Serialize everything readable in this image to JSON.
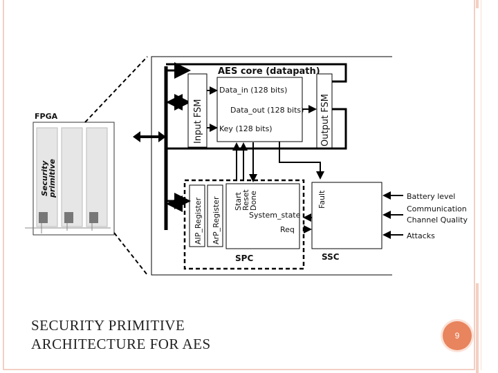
{
  "slide": {
    "title": "SECURITY PRIMITIVE\nARCHITECTURE FOR AES",
    "page_number": "9",
    "accent_color": "#e8845e",
    "frame_color": "#f4cfc4"
  },
  "diagram": {
    "fpga_label": "FPGA",
    "security_primitive_label_1": "Security",
    "security_primitive_label_2": "primitive",
    "aes_core_title": "AES core (datapath)",
    "data_in": "Data_in (128 bits)",
    "data_out": "Data_out (128 bits)",
    "key": "Key (128 bits)",
    "input_fsm": "Input FSM",
    "output_fsm": "Output FSM",
    "aip_register": "AIP_Register",
    "arp_register": "ArP_Register",
    "start": "Start",
    "reset": "Reset",
    "done": "Done",
    "system_state": "System_state",
    "req": "Req",
    "spc": "SPC",
    "fault": "Fault",
    "ssc": "SSC",
    "battery_level": "Battery level",
    "communication": "Communication",
    "channel_quality": "Channel Quality",
    "attacks": "Attacks"
  }
}
